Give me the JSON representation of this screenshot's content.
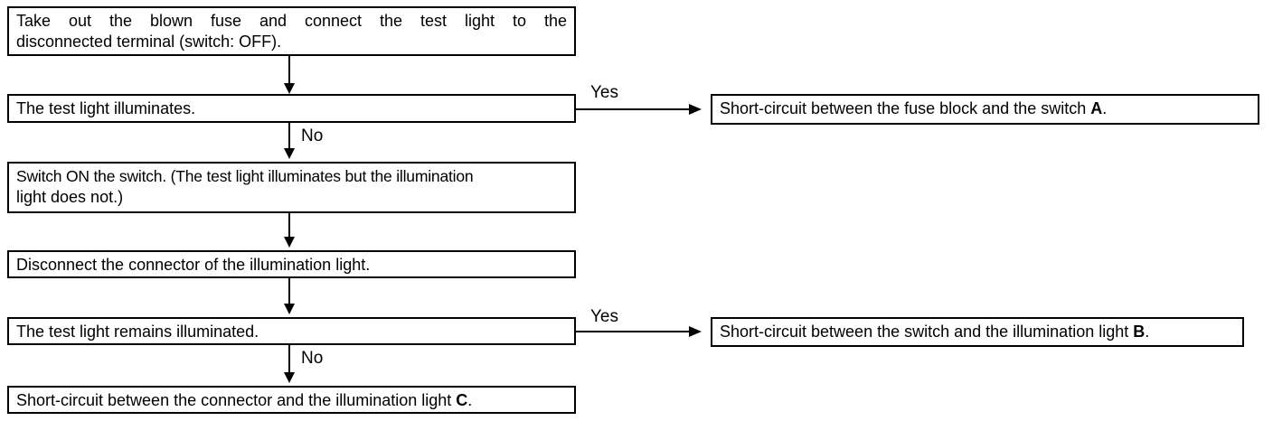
{
  "flowchart": {
    "step1": {
      "line1": "Take out the blown fuse and connect the test light to the",
      "line2": "disconnected terminal (switch: OFF)."
    },
    "step2": {
      "text": "The test light illuminates."
    },
    "result_a": {
      "text": "Short-circuit between the fuse block and the switch ",
      "tag": "A",
      "suffix": "."
    },
    "step3": {
      "line1": "Switch ON the switch. (The test light illuminates but the illumination",
      "line2": "light does not.)"
    },
    "step4": {
      "text": "Disconnect the connector of the illumination light."
    },
    "step5": {
      "text": "The test light remains illuminated."
    },
    "result_b": {
      "text": "Short-circuit between the switch and the illumination light ",
      "tag": "B",
      "suffix": "."
    },
    "result_c": {
      "text": "Short-circuit between the connector and the illumination light ",
      "tag": "C",
      "suffix": "."
    },
    "labels": {
      "yes_1": "Yes",
      "no_1": "No",
      "yes_2": "Yes",
      "no_2": "No"
    }
  }
}
